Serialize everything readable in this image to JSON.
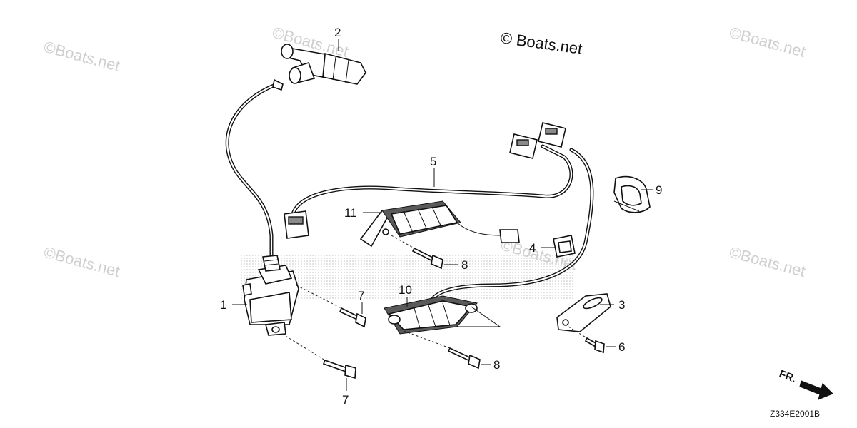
{
  "watermark": {
    "text": "©Boats.net"
  },
  "brand_mark": {
    "text": "© Boats.net"
  },
  "callouts": [
    {
      "id": "c1",
      "label": "1"
    },
    {
      "id": "c2",
      "label": "2"
    },
    {
      "id": "c3",
      "label": "3"
    },
    {
      "id": "c4",
      "label": "4"
    },
    {
      "id": "c5",
      "label": "5"
    },
    {
      "id": "c6",
      "label": "6"
    },
    {
      "id": "c7a",
      "label": "7"
    },
    {
      "id": "c7b",
      "label": "7"
    },
    {
      "id": "c8a",
      "label": "8"
    },
    {
      "id": "c8b",
      "label": "8"
    },
    {
      "id": "c9",
      "label": "9"
    },
    {
      "id": "c10",
      "label": "10"
    },
    {
      "id": "c11",
      "label": "11"
    }
  ],
  "direction_label": "FR.",
  "diagram_code": "Z334E2001B",
  "colors": {
    "ink": "#111111",
    "watermark": "#cfcfcf",
    "halftone": "#d9d9d9"
  }
}
